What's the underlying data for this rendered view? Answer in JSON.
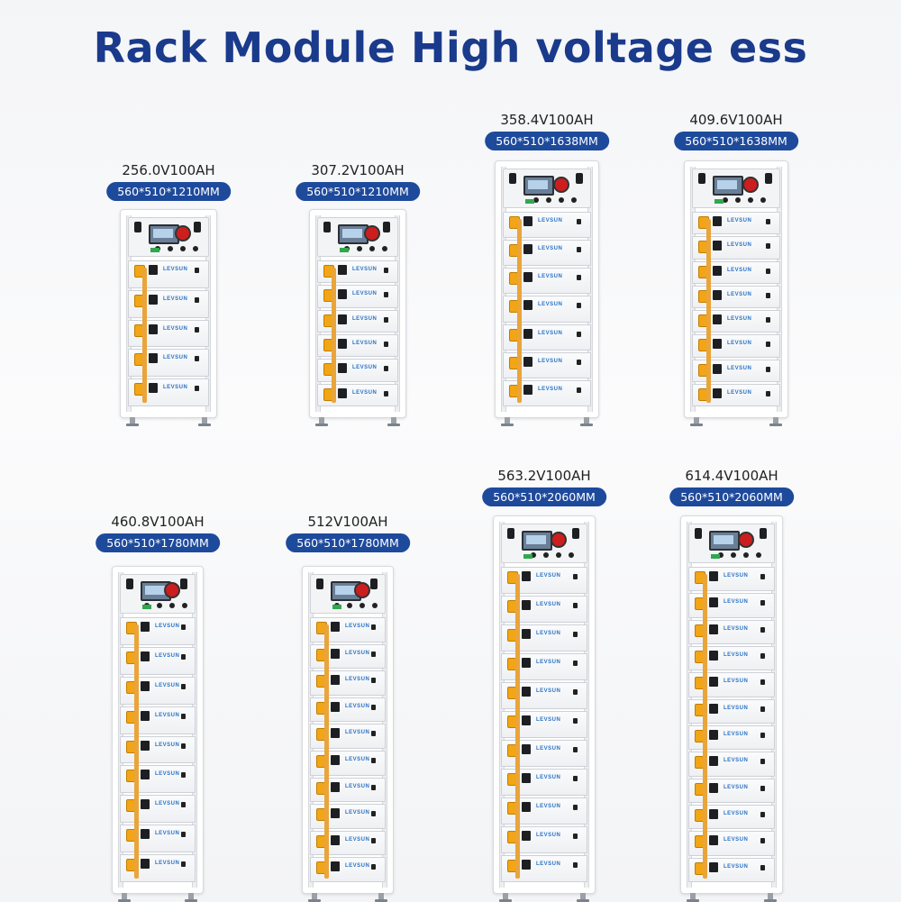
{
  "title": "Rack Module High voltage ess",
  "brand_text": "LEVSUN",
  "colors": {
    "title": "#1a3a8c",
    "badge_bg": "#1e4a9c",
    "cable": "#e9a43a",
    "knob": "#cc1e1e"
  },
  "products": [
    {
      "voltage": "256.0V100AH",
      "dimensions": "560*510*1210MM",
      "modules": 5
    },
    {
      "voltage": "307.2V100AH",
      "dimensions": "560*510*1210MM",
      "modules": 6
    },
    {
      "voltage": "358.4V100AH",
      "dimensions": "560*510*1638MM",
      "modules": 7
    },
    {
      "voltage": "409.6V100AH",
      "dimensions": "560*510*1638MM",
      "modules": 8
    },
    {
      "voltage": "460.8V100AH",
      "dimensions": "560*510*1780MM",
      "modules": 9
    },
    {
      "voltage": "512V100AH",
      "dimensions": "560*510*1780MM",
      "modules": 10
    },
    {
      "voltage": "563.2V100AH",
      "dimensions": "560*510*2060MM",
      "modules": 11
    },
    {
      "voltage": "614.4V100AH",
      "dimensions": "560*510*2060MM",
      "modules": 12
    }
  ]
}
